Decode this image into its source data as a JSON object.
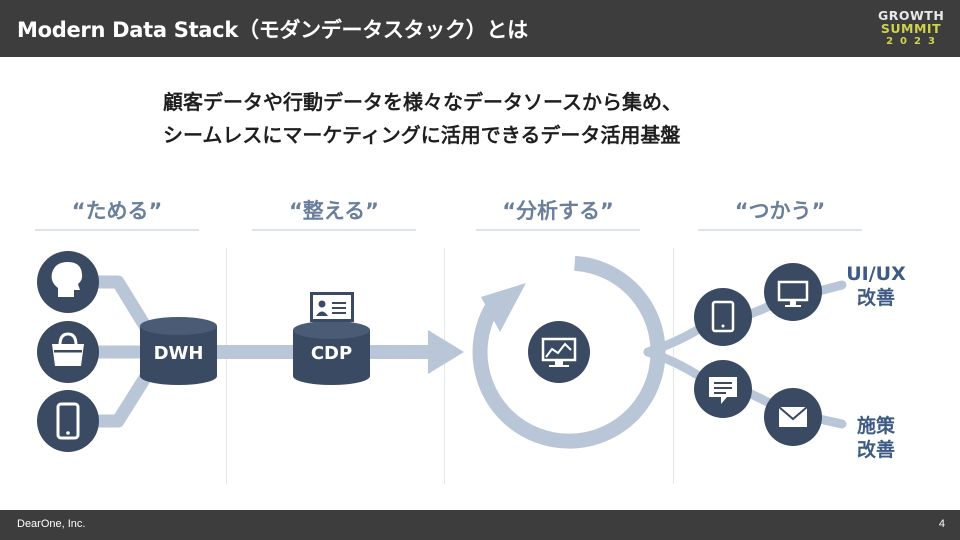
{
  "header": {
    "title": "Modern Data Stack（モダンデータスタック）とは",
    "logo": {
      "line1": "GROWTH",
      "line2": "SUMMIT",
      "line3": "2023"
    }
  },
  "subtitle": {
    "line1": "顧客データや行動データを様々なデータソースから集め、",
    "line2": "シームレスにマーケティングに活用できるデータ活用基盤"
  },
  "sections": [
    {
      "label": "“ためる”"
    },
    {
      "label": "“整える”"
    },
    {
      "label": "“分析する”"
    },
    {
      "label": "“つかう”"
    }
  ],
  "nodes": {
    "dwh": "DWH",
    "cdp": "CDP"
  },
  "right_labels": {
    "uiux_line1": "UI/UX",
    "uiux_line2": "改善",
    "policy_line1": "施策",
    "policy_line2": "改善"
  },
  "icons": [
    "person-head-icon",
    "shopping-bag-icon",
    "smartphone-icon",
    "profile-card-icon",
    "analytics-monitor-icon",
    "tablet-icon",
    "desktop-monitor-icon",
    "chat-bubble-icon",
    "envelope-icon"
  ],
  "colors": {
    "header_bg": "#3d3d3d",
    "dark_node": "#3a4a62",
    "light_flow": "#b9c6d8",
    "section_text": "#6a7f9c",
    "label_blue": "#3d5b85",
    "logo_accent": "#cfd24a"
  },
  "footer": {
    "company": "DearOne, Inc.",
    "page": "4"
  }
}
